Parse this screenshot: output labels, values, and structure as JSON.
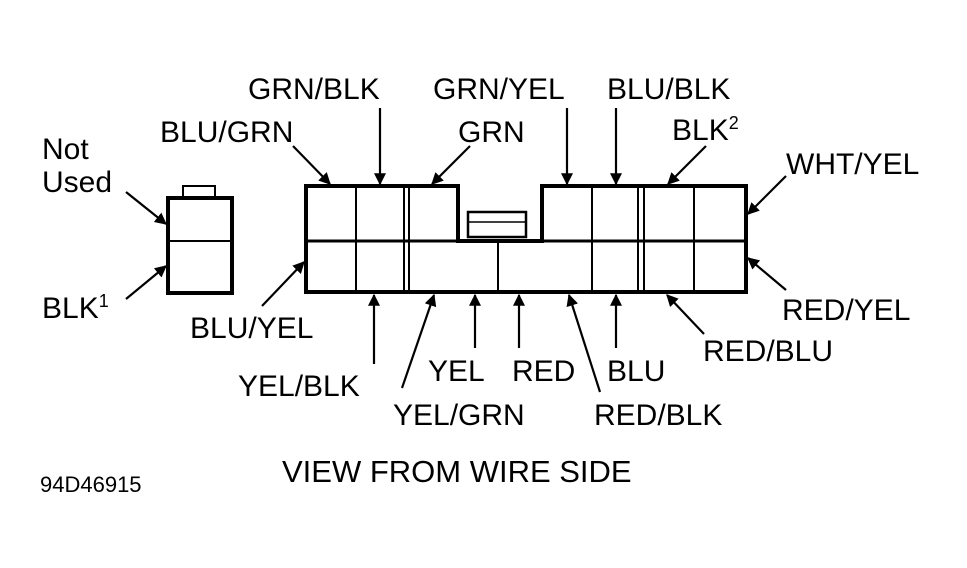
{
  "diagram": {
    "caption": "VIEW FROM WIRE SIDE",
    "figure_code": "94D46915",
    "small_connector": {
      "top_label_line1": "Not",
      "top_label_line2": "Used",
      "bottom_label": "BLK",
      "bottom_label_sup": "1"
    },
    "large_connector": {
      "top_labels": {
        "grn_blk": "GRN/BLK",
        "blu_grn": "BLU/GRN",
        "grn": "GRN",
        "grn_yel": "GRN/YEL",
        "blu_blk": "BLU/BLK",
        "blk2": "BLK",
        "blk2_sup": "2",
        "wht_yel": "WHT/YEL"
      },
      "bottom_labels": {
        "blu_yel": "BLU/YEL",
        "yel_blk": "YEL/BLK",
        "yel_grn": "YEL/GRN",
        "yel": "YEL",
        "red": "RED",
        "red_blk": "RED/BLK",
        "blu": "BLU",
        "red_blu": "RED/BLU",
        "red_yel": "RED/YEL"
      }
    }
  }
}
